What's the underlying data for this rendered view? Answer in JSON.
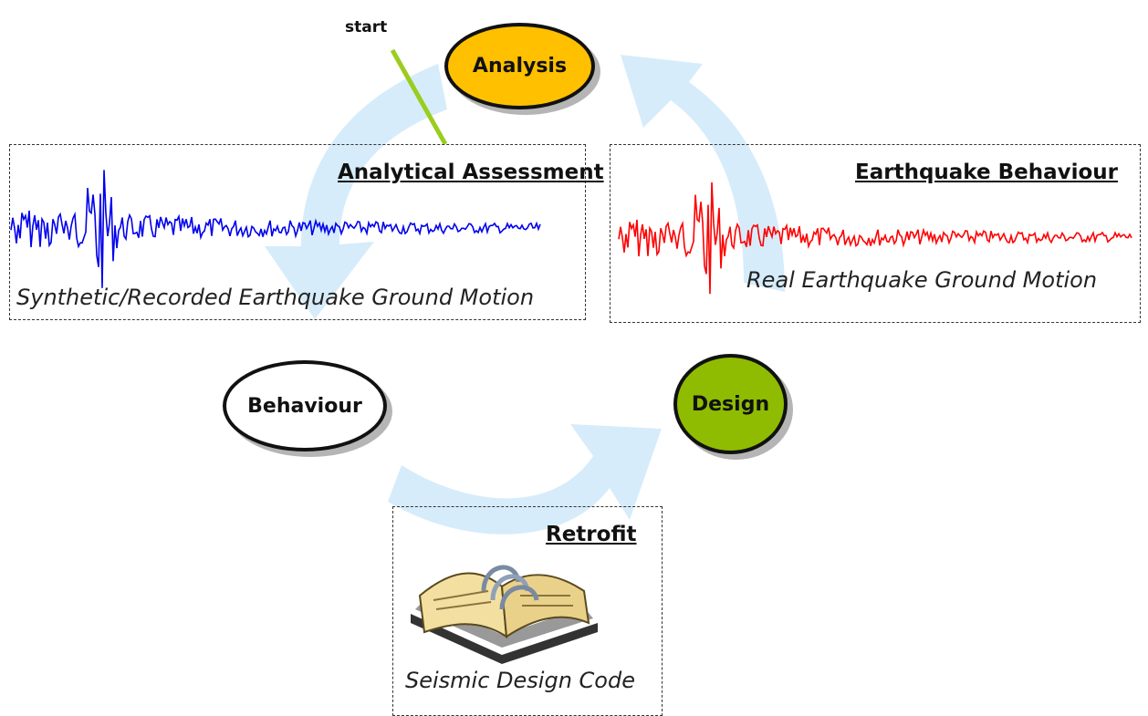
{
  "start_label": "start",
  "nodes": {
    "analysis": {
      "label": "Analysis",
      "color": "#ffc000"
    },
    "behaviour": {
      "label": "Behaviour",
      "color": "#ffffff"
    },
    "design": {
      "label": "Design",
      "color": "#8fbc00"
    }
  },
  "boxes": {
    "analytical": {
      "title": "Analytical Assessment",
      "caption": "Synthetic/Recorded Earthquake Ground Motion",
      "trace_color": "#0000ee"
    },
    "earthquake": {
      "title": "Earthquake Behaviour",
      "caption": "Real Earthquake Ground Motion",
      "trace_color": "#ff0000"
    },
    "retrofit": {
      "title": "Retrofit",
      "caption": "Seismic Design Code"
    }
  },
  "colors": {
    "arrow": "#d6ecfb",
    "start_line": "#9acd1e"
  },
  "icons": {
    "book": "book-icon"
  }
}
